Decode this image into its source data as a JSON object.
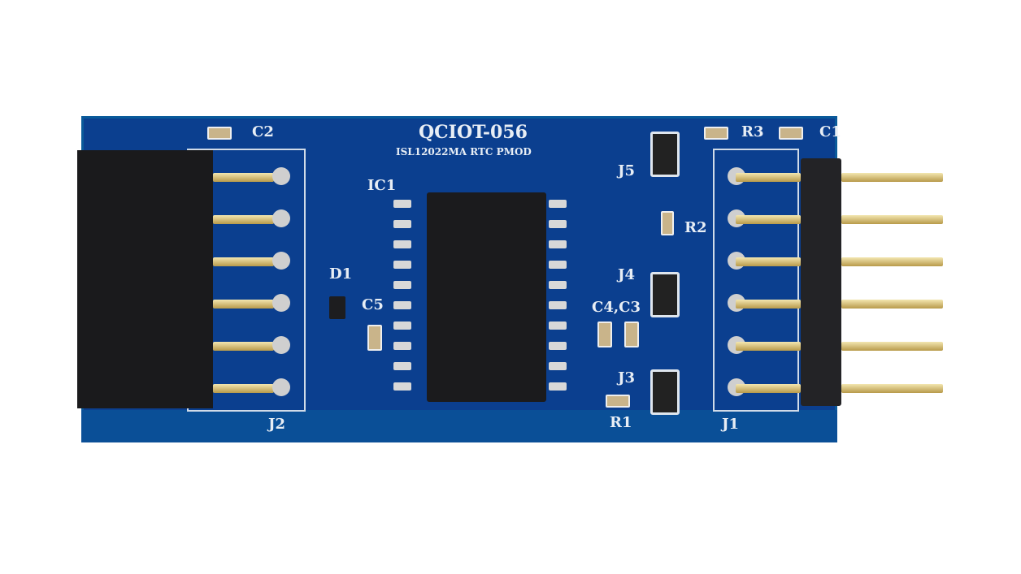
{
  "board": {
    "title": "QCIOT-056",
    "subtitle": "ISL12022MA RTC PMOD",
    "labels": {
      "c2": "C2",
      "r3": "R3",
      "c1": "C1",
      "j5": "J5",
      "ic1": "IC1",
      "r2": "R2",
      "j4": "J4",
      "d1": "D1",
      "c5": "C5",
      "c4c3": "C4,C3",
      "j3": "J3",
      "r1": "R1",
      "j2": "J2",
      "j1": "J1"
    },
    "colors": {
      "pcb": "#0b3f8f",
      "header": "#1a1a1c",
      "pins": "#d4bf78"
    }
  }
}
